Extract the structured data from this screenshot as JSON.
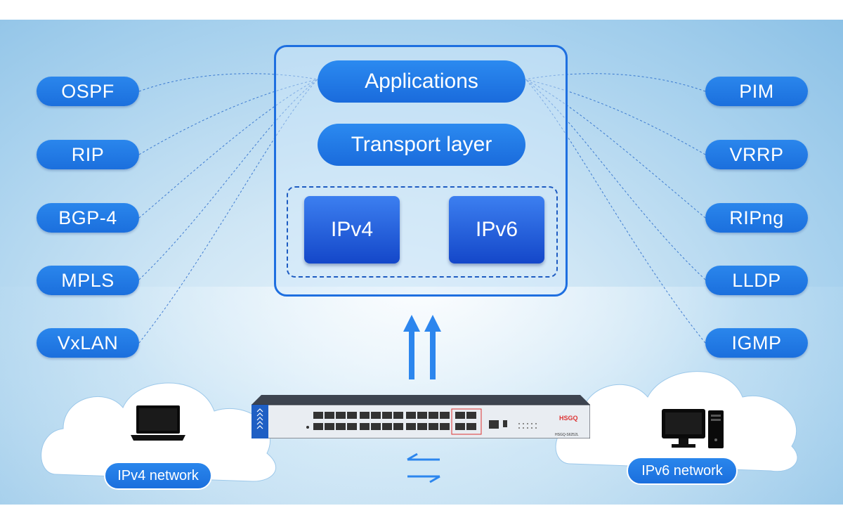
{
  "left_protocols": [
    "OSPF",
    "RIP",
    "BGP-4",
    "MPLS",
    "VxLAN"
  ],
  "right_protocols": [
    "PIM",
    "VRRP",
    "RIPng",
    "LLDP",
    "IGMP"
  ],
  "stack": {
    "applications": "Applications",
    "transport": "Transport layer",
    "ipv4": "IPv4",
    "ipv6": "IPv6"
  },
  "networks": {
    "ipv4": "IPv4 network",
    "ipv6": "IPv6 network"
  },
  "device": {
    "brand": "HSGQ",
    "model": "HSGQ-S6252L"
  },
  "colors": {
    "accent": "#1b6fdd",
    "ip_block": "#1447c9",
    "dashed_line": "#1e63c9"
  },
  "icons": [
    "laptop-icon",
    "desktop-computer-icon",
    "up-arrow-icon",
    "bidirectional-arrow-icon"
  ]
}
